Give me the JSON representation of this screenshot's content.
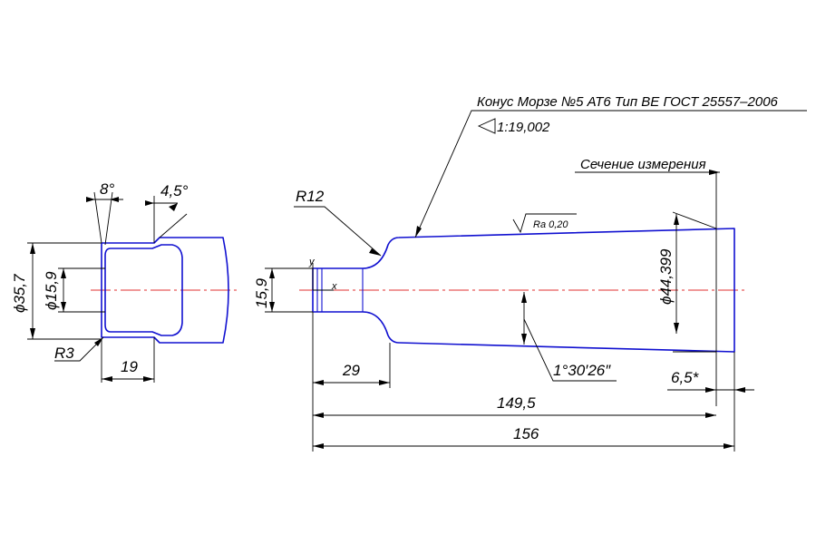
{
  "colors": {
    "geometry": "#1010d0",
    "axis": "#e03030",
    "dimension": "#000000"
  },
  "left_view": {
    "angle_top": "8°",
    "angle_right": "4,5°",
    "diameter_outer": "ϕ35,7",
    "diameter_inner": "ϕ15,9",
    "radius": "R3",
    "width": "19"
  },
  "main_view": {
    "radius": "R12",
    "shank_diameter": "15,9",
    "taper_spec": "Конус Морзе №5 АТ6 Тип ВЕ ГОСТ 25557–2006",
    "taper_ratio": "1:19,002",
    "section_label": "Сечение измерения",
    "roughness": "Ra 0,20",
    "diameter_gauge": "ϕ44,399",
    "half_angle": "1°30′26″",
    "len_29": "29",
    "len_149": "149,5",
    "len_156": "156",
    "len_6_5": "6,5*"
  }
}
